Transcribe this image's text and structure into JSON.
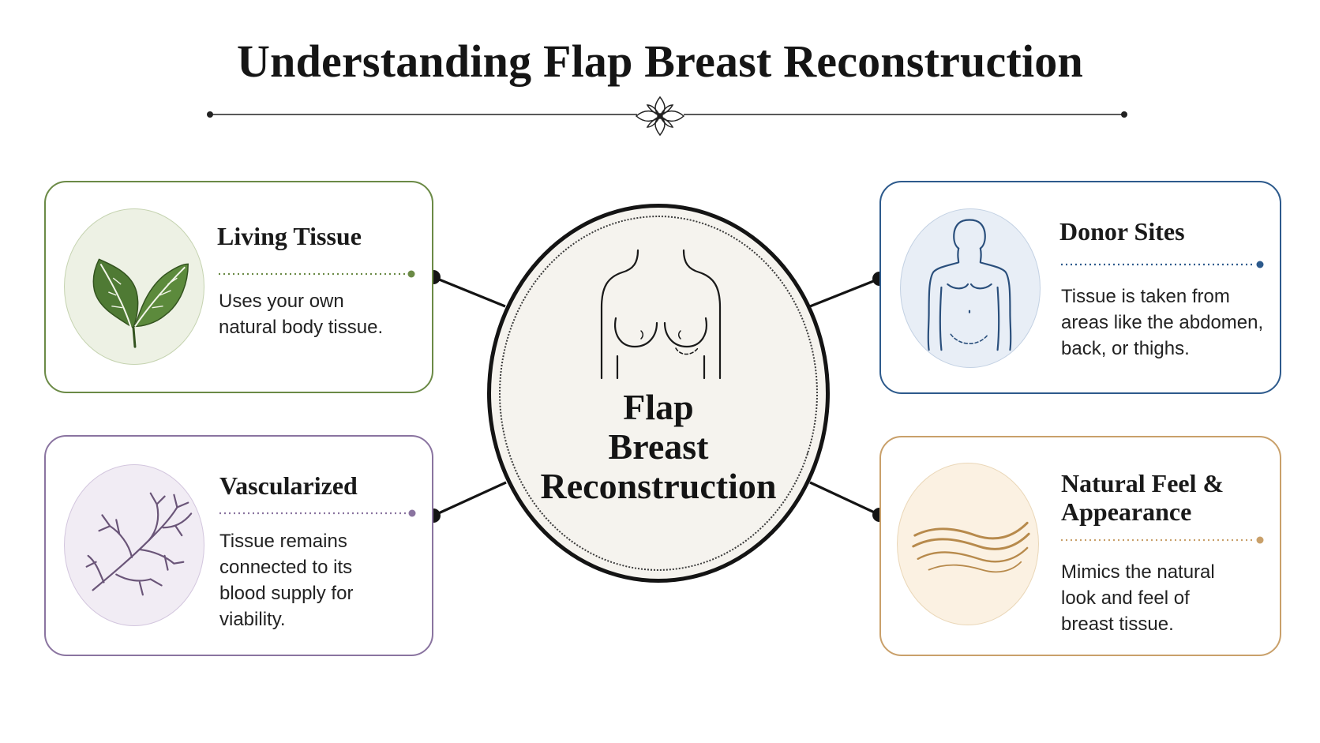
{
  "title": "Understanding Flap Breast Reconstruction",
  "center": {
    "lines": [
      "Flap",
      "Breast",
      "Reconstruction"
    ],
    "icon": "torso-outline-icon"
  },
  "cards": {
    "living": {
      "title": "Living Tissue",
      "body": [
        "Uses your own",
        "natural body tissue."
      ],
      "icon": "leaf-icon",
      "accent": "#6b8a46"
    },
    "vascular": {
      "title": "Vascularized",
      "body": [
        "Tissue remains",
        "connected to its",
        "blood supply for",
        "viability."
      ],
      "icon": "blood-vessel-icon",
      "accent": "#8a74a0"
    },
    "donor": {
      "title": "Donor Sites",
      "body": [
        "Tissue is taken from",
        "areas like the abdomen,",
        "back, or thighs."
      ],
      "icon": "human-body-icon",
      "accent": "#2d5a8c"
    },
    "natural": {
      "title": [
        "Natural Feel &",
        "Appearance"
      ],
      "body": [
        "Mimics the natural",
        "look and feel of",
        "breast tissue."
      ],
      "icon": "wave-icon",
      "accent": "#c9a06a"
    }
  }
}
